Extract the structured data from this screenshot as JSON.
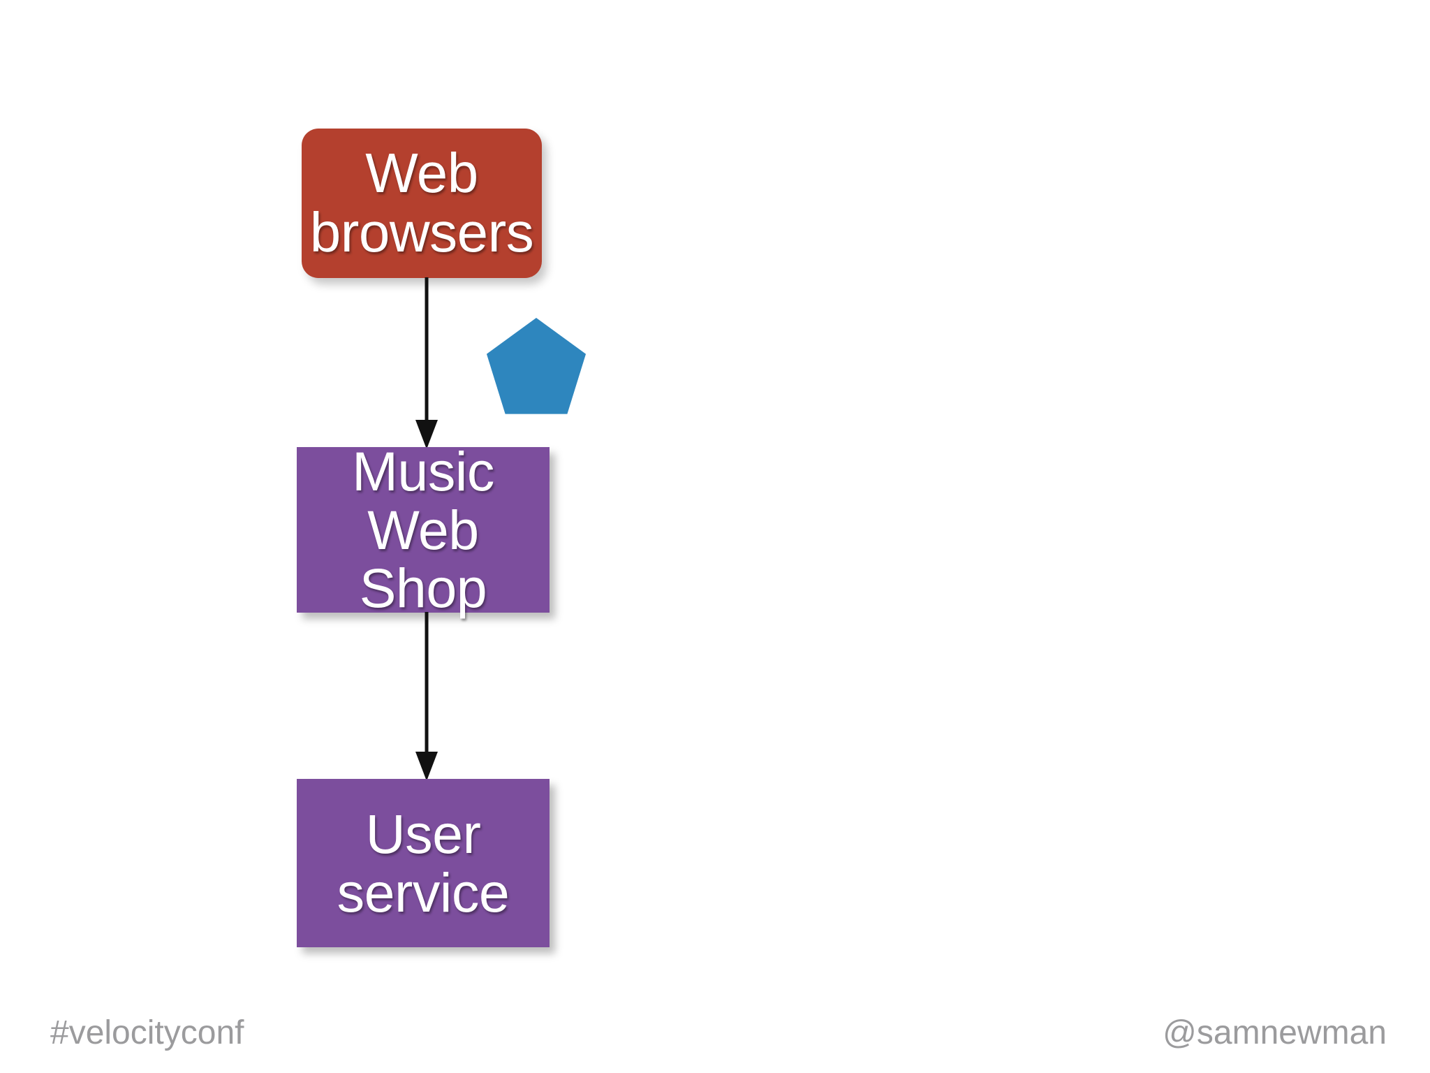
{
  "slide": {
    "background_color": "#ffffff",
    "title_visible": false
  },
  "diagram": {
    "nodes": [
      {
        "id": "web-browsers",
        "label": "Web\nbrowsers",
        "shape": "rounded-rectangle",
        "fill_color": "#b4402e",
        "text_color": "#ffffff"
      },
      {
        "id": "music-web-shop",
        "label": "Music\nWeb Shop",
        "shape": "rectangle",
        "fill_color": "#7c4e9d",
        "text_color": "#ffffff"
      },
      {
        "id": "user-service",
        "label": "User\nservice",
        "shape": "rectangle",
        "fill_color": "#7c4e9d",
        "text_color": "#ffffff"
      }
    ],
    "decorations": [
      {
        "id": "blue-pentagon",
        "shape": "pentagon",
        "fill_color": "#2e86be",
        "label": ""
      }
    ],
    "connectors": [
      {
        "id": "browsers-to-shop",
        "from": "web-browsers",
        "to": "music-web-shop",
        "style": "solid-arrow",
        "color": "#000000",
        "label": ""
      },
      {
        "id": "shop-to-user-service",
        "from": "music-web-shop",
        "to": "user-service",
        "style": "solid-arrow",
        "color": "#000000",
        "label": ""
      }
    ]
  },
  "footer": {
    "hashtag": "#velocityconf",
    "handle": "@samnewman",
    "color": "#9b9b9d"
  }
}
